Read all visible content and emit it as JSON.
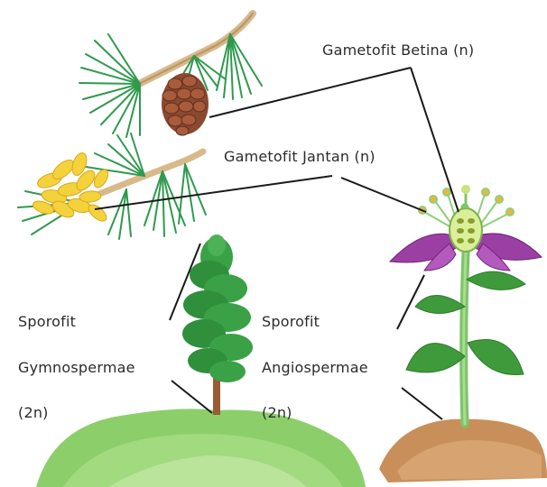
{
  "labels": {
    "female_gametophyte": "Gametofit Betina (n)",
    "male_gametophyte": "Gametofit Jantan (n)",
    "gymno_line1": "Sporofit",
    "gymno_line2": "Gymnospermae",
    "gymno_line3": "(2n)",
    "angio_line1": "Sporofit",
    "angio_line2": "Angiospermae",
    "angio_line3": "(2n)"
  },
  "colors": {
    "needle_green": "#2f9a4e",
    "branch_tan": "#d8b98a",
    "cone_brown": "#8a4a30",
    "pollen_yellow": "#f4d23c",
    "tree_green": "#2f8f3a",
    "trunk_brown": "#9a5a33",
    "hill_green": "#8ccf6a",
    "petal_purple": "#9b3fa5",
    "stem_green": "#7cc46a",
    "leaf_green": "#3f9a3c",
    "soil_brown": "#c98f5a",
    "line": "#1a1a1a"
  }
}
